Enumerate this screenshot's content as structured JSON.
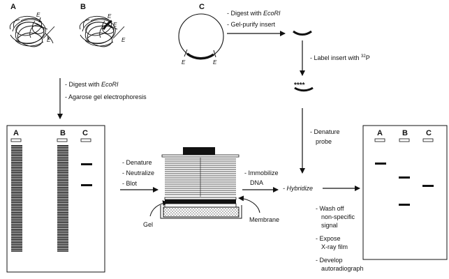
{
  "samples": {
    "a_label": "A",
    "b_label": "B",
    "c_label": "C",
    "ecori_site": "E"
  },
  "step_digest_gel": {
    "line1_prefix": "- Digest with ",
    "line1_enzyme": "EcoRI",
    "line2": "- Agarose gel electrophoresis"
  },
  "step_digest_purify": {
    "line1_prefix": "- Digest with ",
    "line1_enzyme": "EcoRI",
    "line2": "- Gel-purify insert"
  },
  "step_label": {
    "prefix": "- Label insert with ",
    "isotope_mass": "32",
    "isotope_symbol": "P",
    "probe_marks": "****"
  },
  "step_denature_probe": {
    "line1": "- Denature",
    "line2": "probe"
  },
  "step_blot": {
    "line1": "- Denature",
    "line2": "- Neutralize",
    "line3": "- Blot"
  },
  "step_immobilize": {
    "line1": "- Immobilize",
    "line2": "DNA"
  },
  "step_hybridize": "- Hybridize",
  "blot_labels": {
    "gel": "Gel",
    "membrane": "Membrane"
  },
  "final_steps": {
    "wash_1": "- Wash off",
    "wash_2": "non-specific",
    "wash_3": "signal",
    "expose_1": "- Expose",
    "expose_2": "X-ray film",
    "develop_1": "- Develop",
    "develop_2": "autoradiograph"
  },
  "gel_lanes": [
    "A",
    "B",
    "C"
  ],
  "autorad_lanes": [
    "A",
    "B",
    "C"
  ]
}
